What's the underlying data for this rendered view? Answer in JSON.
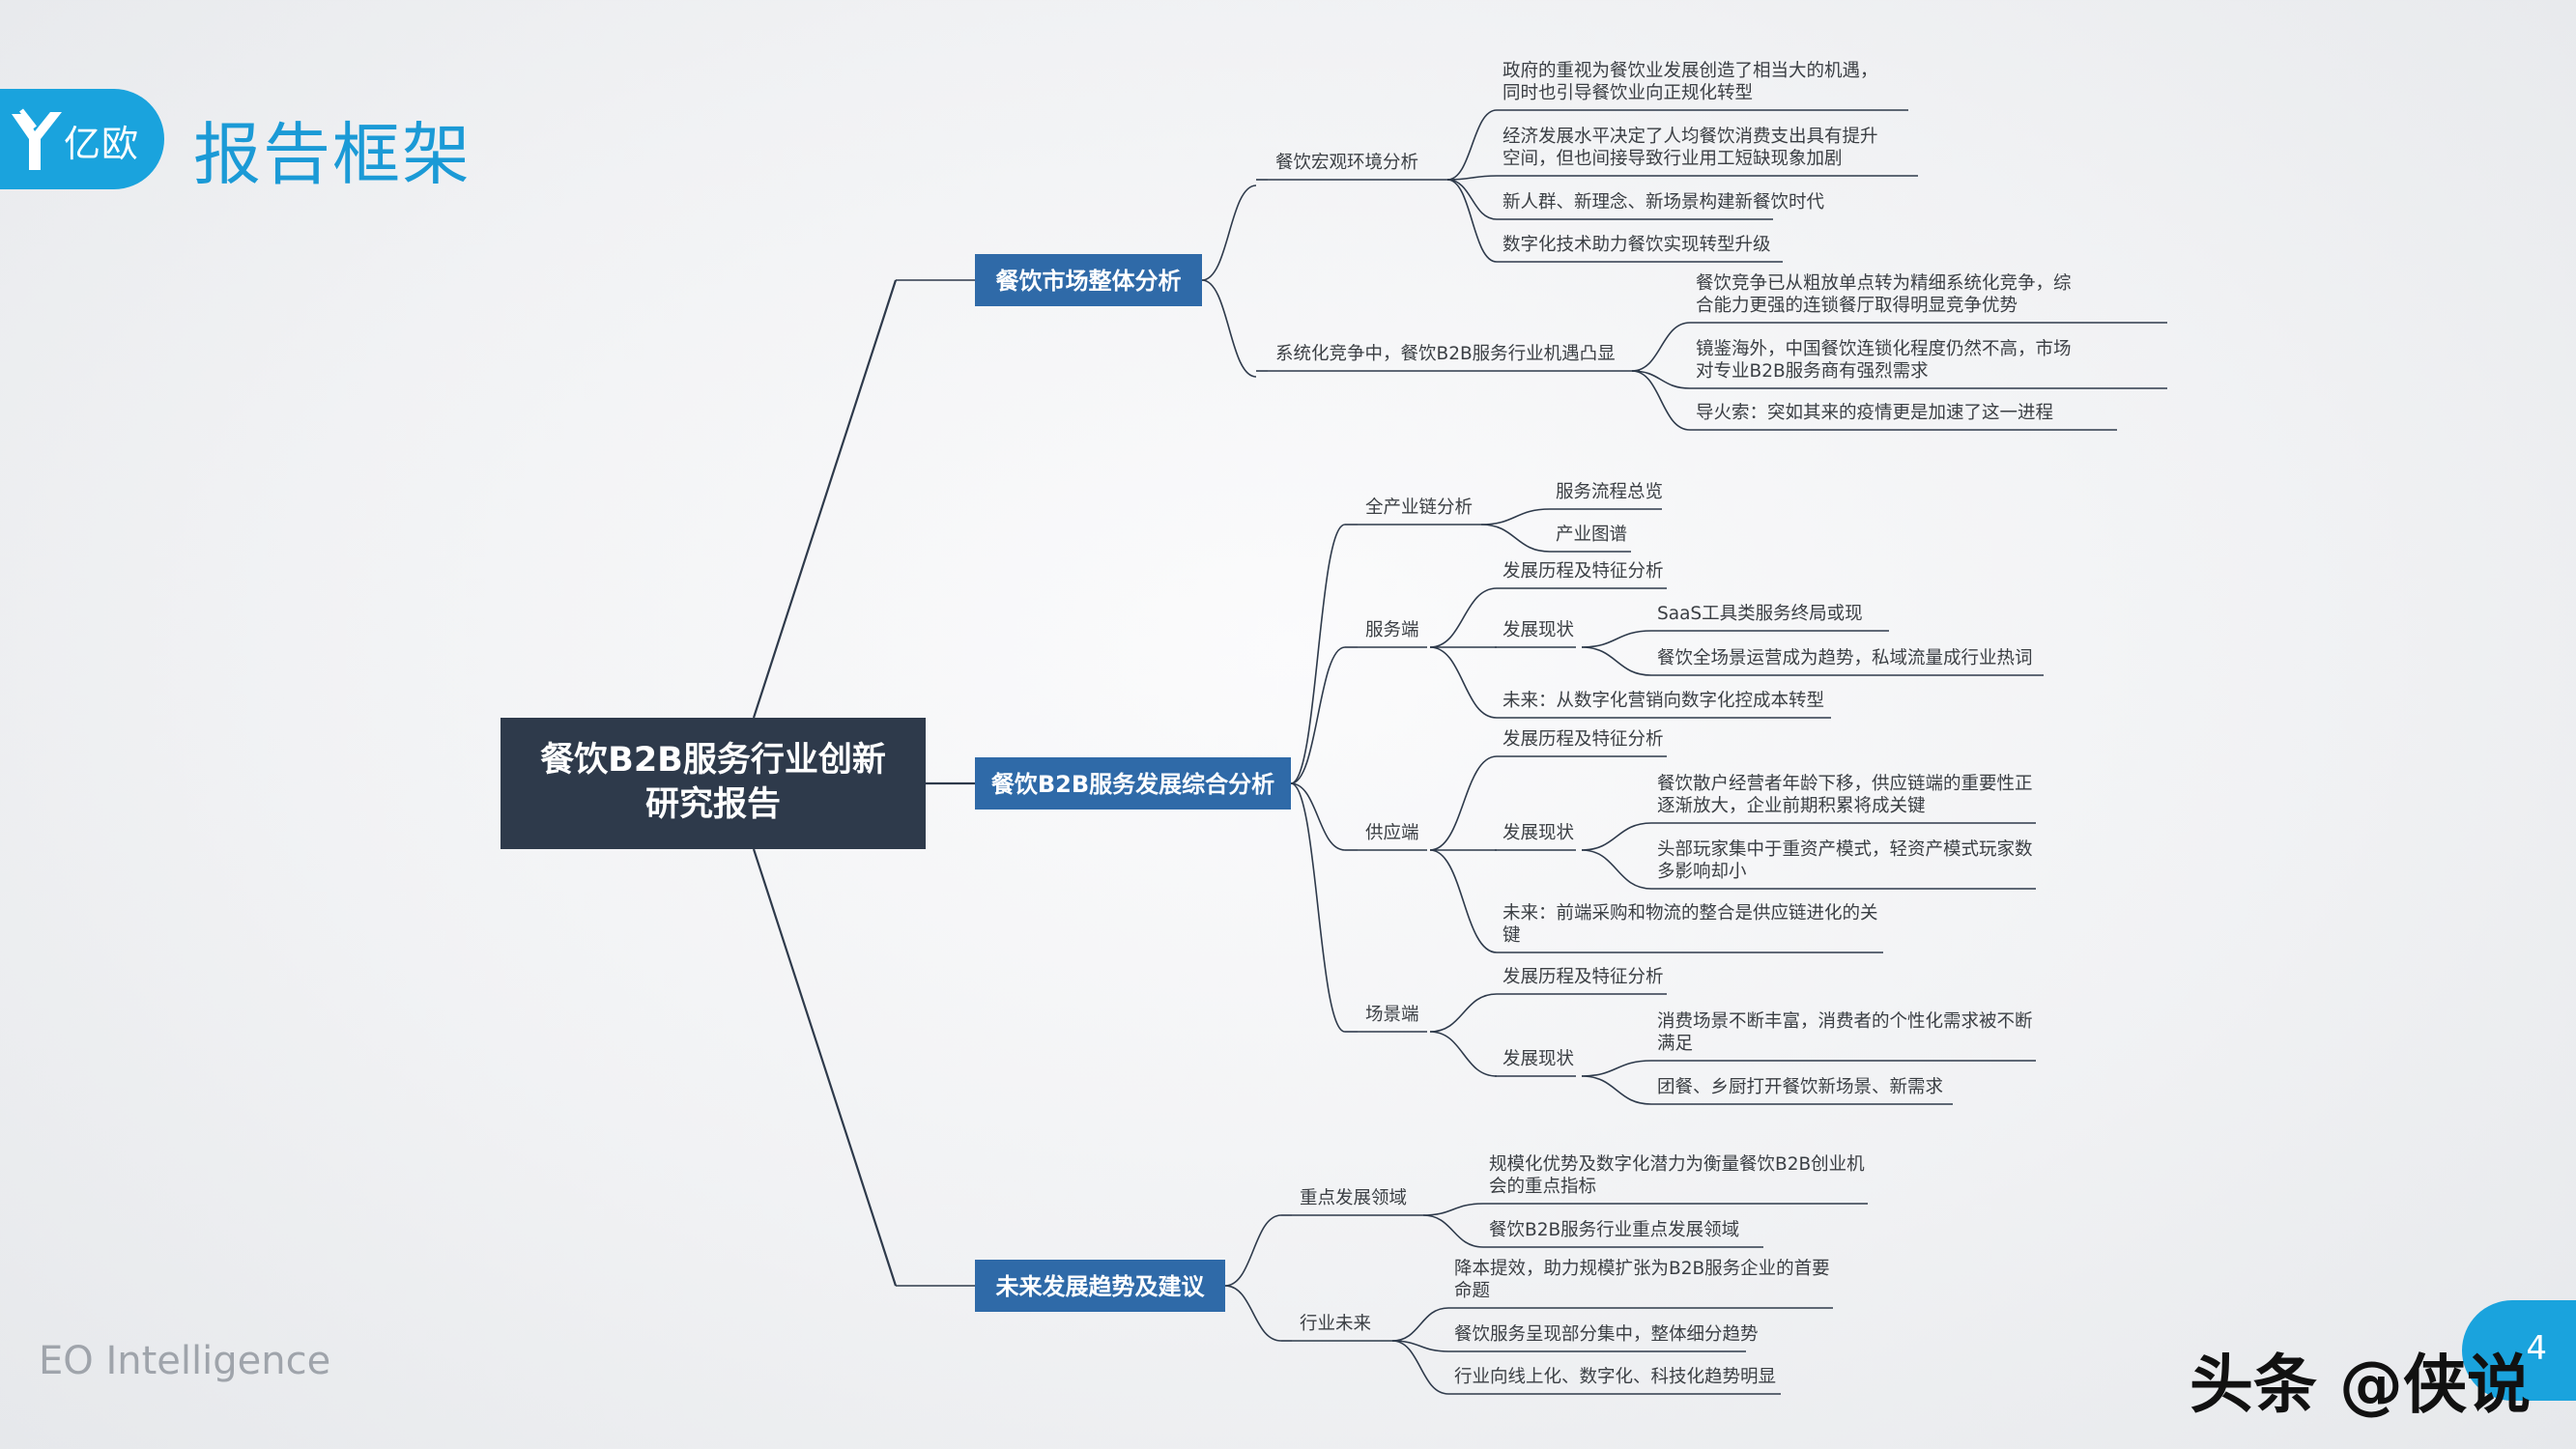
{
  "header": {
    "logo_text": "亿欧",
    "title": "报告框架"
  },
  "footer": {
    "brand": "EO Intelligence",
    "page_number": "4",
    "watermark": "头条 @侠说"
  },
  "colors": {
    "accent": "#1aa3dd",
    "root_box": "#2e3a4b",
    "branch_box": "#2f6aa8",
    "line": "#2e3a4b",
    "text": "#3b3f44"
  },
  "mindmap": {
    "root": "餐饮B2B服务行业创新研究报告",
    "root_lines": [
      "餐饮B2B服务行业创新",
      "研究报告"
    ],
    "branches": [
      {
        "label": "餐饮市场整体分析",
        "children": [
          {
            "label": "餐饮宏观环境分析",
            "children": [
              {
                "lines": [
                  "政府的重视为餐饮业发展创造了相当大的机遇，",
                  "同时也引导餐饮业向正规化转型"
                ]
              },
              {
                "lines": [
                  "经济发展水平决定了人均餐饮消费支出具有提升",
                  "空间，但也间接导致行业用工短缺现象加剧"
                ]
              },
              {
                "lines": [
                  "新人群、新理念、新场景构建新餐饮时代"
                ]
              },
              {
                "lines": [
                  "数字化技术助力餐饮实现转型升级"
                ]
              }
            ]
          },
          {
            "label": "系统化竞争中，餐饮B2B服务行业机遇凸显",
            "children": [
              {
                "lines": [
                  "餐饮竞争已从粗放单点转为精细系统化竞争，综",
                  "合能力更强的连锁餐厅取得明显竞争优势"
                ]
              },
              {
                "lines": [
                  "镜鉴海外，中国餐饮连锁化程度仍然不高，市场",
                  "对专业B2B服务商有强烈需求"
                ]
              },
              {
                "lines": [
                  "导火索：突如其来的疫情更是加速了这一进程"
                ]
              }
            ]
          }
        ]
      },
      {
        "label": "餐饮B2B服务发展综合分析",
        "children": [
          {
            "label": "全产业链分析",
            "children": [
              {
                "lines": [
                  "服务流程总览"
                ]
              },
              {
                "lines": [
                  "产业图谱"
                ]
              }
            ]
          },
          {
            "label": "服务端",
            "children": [
              {
                "lines": [
                  "发展历程及特征分析"
                ]
              },
              {
                "label": "发展现状",
                "children": [
                  {
                    "lines": [
                      "SaaS工具类服务终局或现"
                    ]
                  },
                  {
                    "lines": [
                      "餐饮全场景运营成为趋势，私域流量成行业热词"
                    ]
                  }
                ]
              },
              {
                "lines": [
                  "未来：从数字化营销向数字化控成本转型"
                ]
              }
            ]
          },
          {
            "label": "供应端",
            "children": [
              {
                "lines": [
                  "发展历程及特征分析"
                ]
              },
              {
                "label": "发展现状",
                "children": [
                  {
                    "lines": [
                      "餐饮散户经营者年龄下移，供应链端的重要性正",
                      "逐渐放大，企业前期积累将成关键"
                    ]
                  },
                  {
                    "lines": [
                      "头部玩家集中于重资产模式，轻资产模式玩家数",
                      "多影响却小"
                    ]
                  }
                ]
              },
              {
                "lines": [
                  "未来：前端采购和物流的整合是供应链进化的关",
                  "键"
                ]
              }
            ]
          },
          {
            "label": "场景端",
            "children": [
              {
                "lines": [
                  "发展历程及特征分析"
                ]
              },
              {
                "label": "发展现状",
                "children": [
                  {
                    "lines": [
                      "消费场景不断丰富，消费者的个性化需求被不断",
                      "满足"
                    ]
                  },
                  {
                    "lines": [
                      "团餐、乡厨打开餐饮新场景、新需求"
                    ]
                  }
                ]
              }
            ]
          }
        ]
      },
      {
        "label": "未来发展趋势及建议",
        "children": [
          {
            "label": "重点发展领域",
            "children": [
              {
                "lines": [
                  "规模化优势及数字化潜力为衡量餐饮B2B创业机",
                  "会的重点指标"
                ]
              },
              {
                "lines": [
                  "餐饮B2B服务行业重点发展领域"
                ]
              }
            ]
          },
          {
            "label": "行业未来",
            "children": [
              {
                "lines": [
                  "降本提效，助力规模扩张为B2B服务企业的首要",
                  "命题"
                ]
              },
              {
                "lines": [
                  "餐饮服务呈现部分集中，整体细分趋势"
                ]
              },
              {
                "lines": [
                  "行业向线上化、数字化、科技化趋势明显"
                ]
              }
            ]
          }
        ]
      }
    ]
  }
}
